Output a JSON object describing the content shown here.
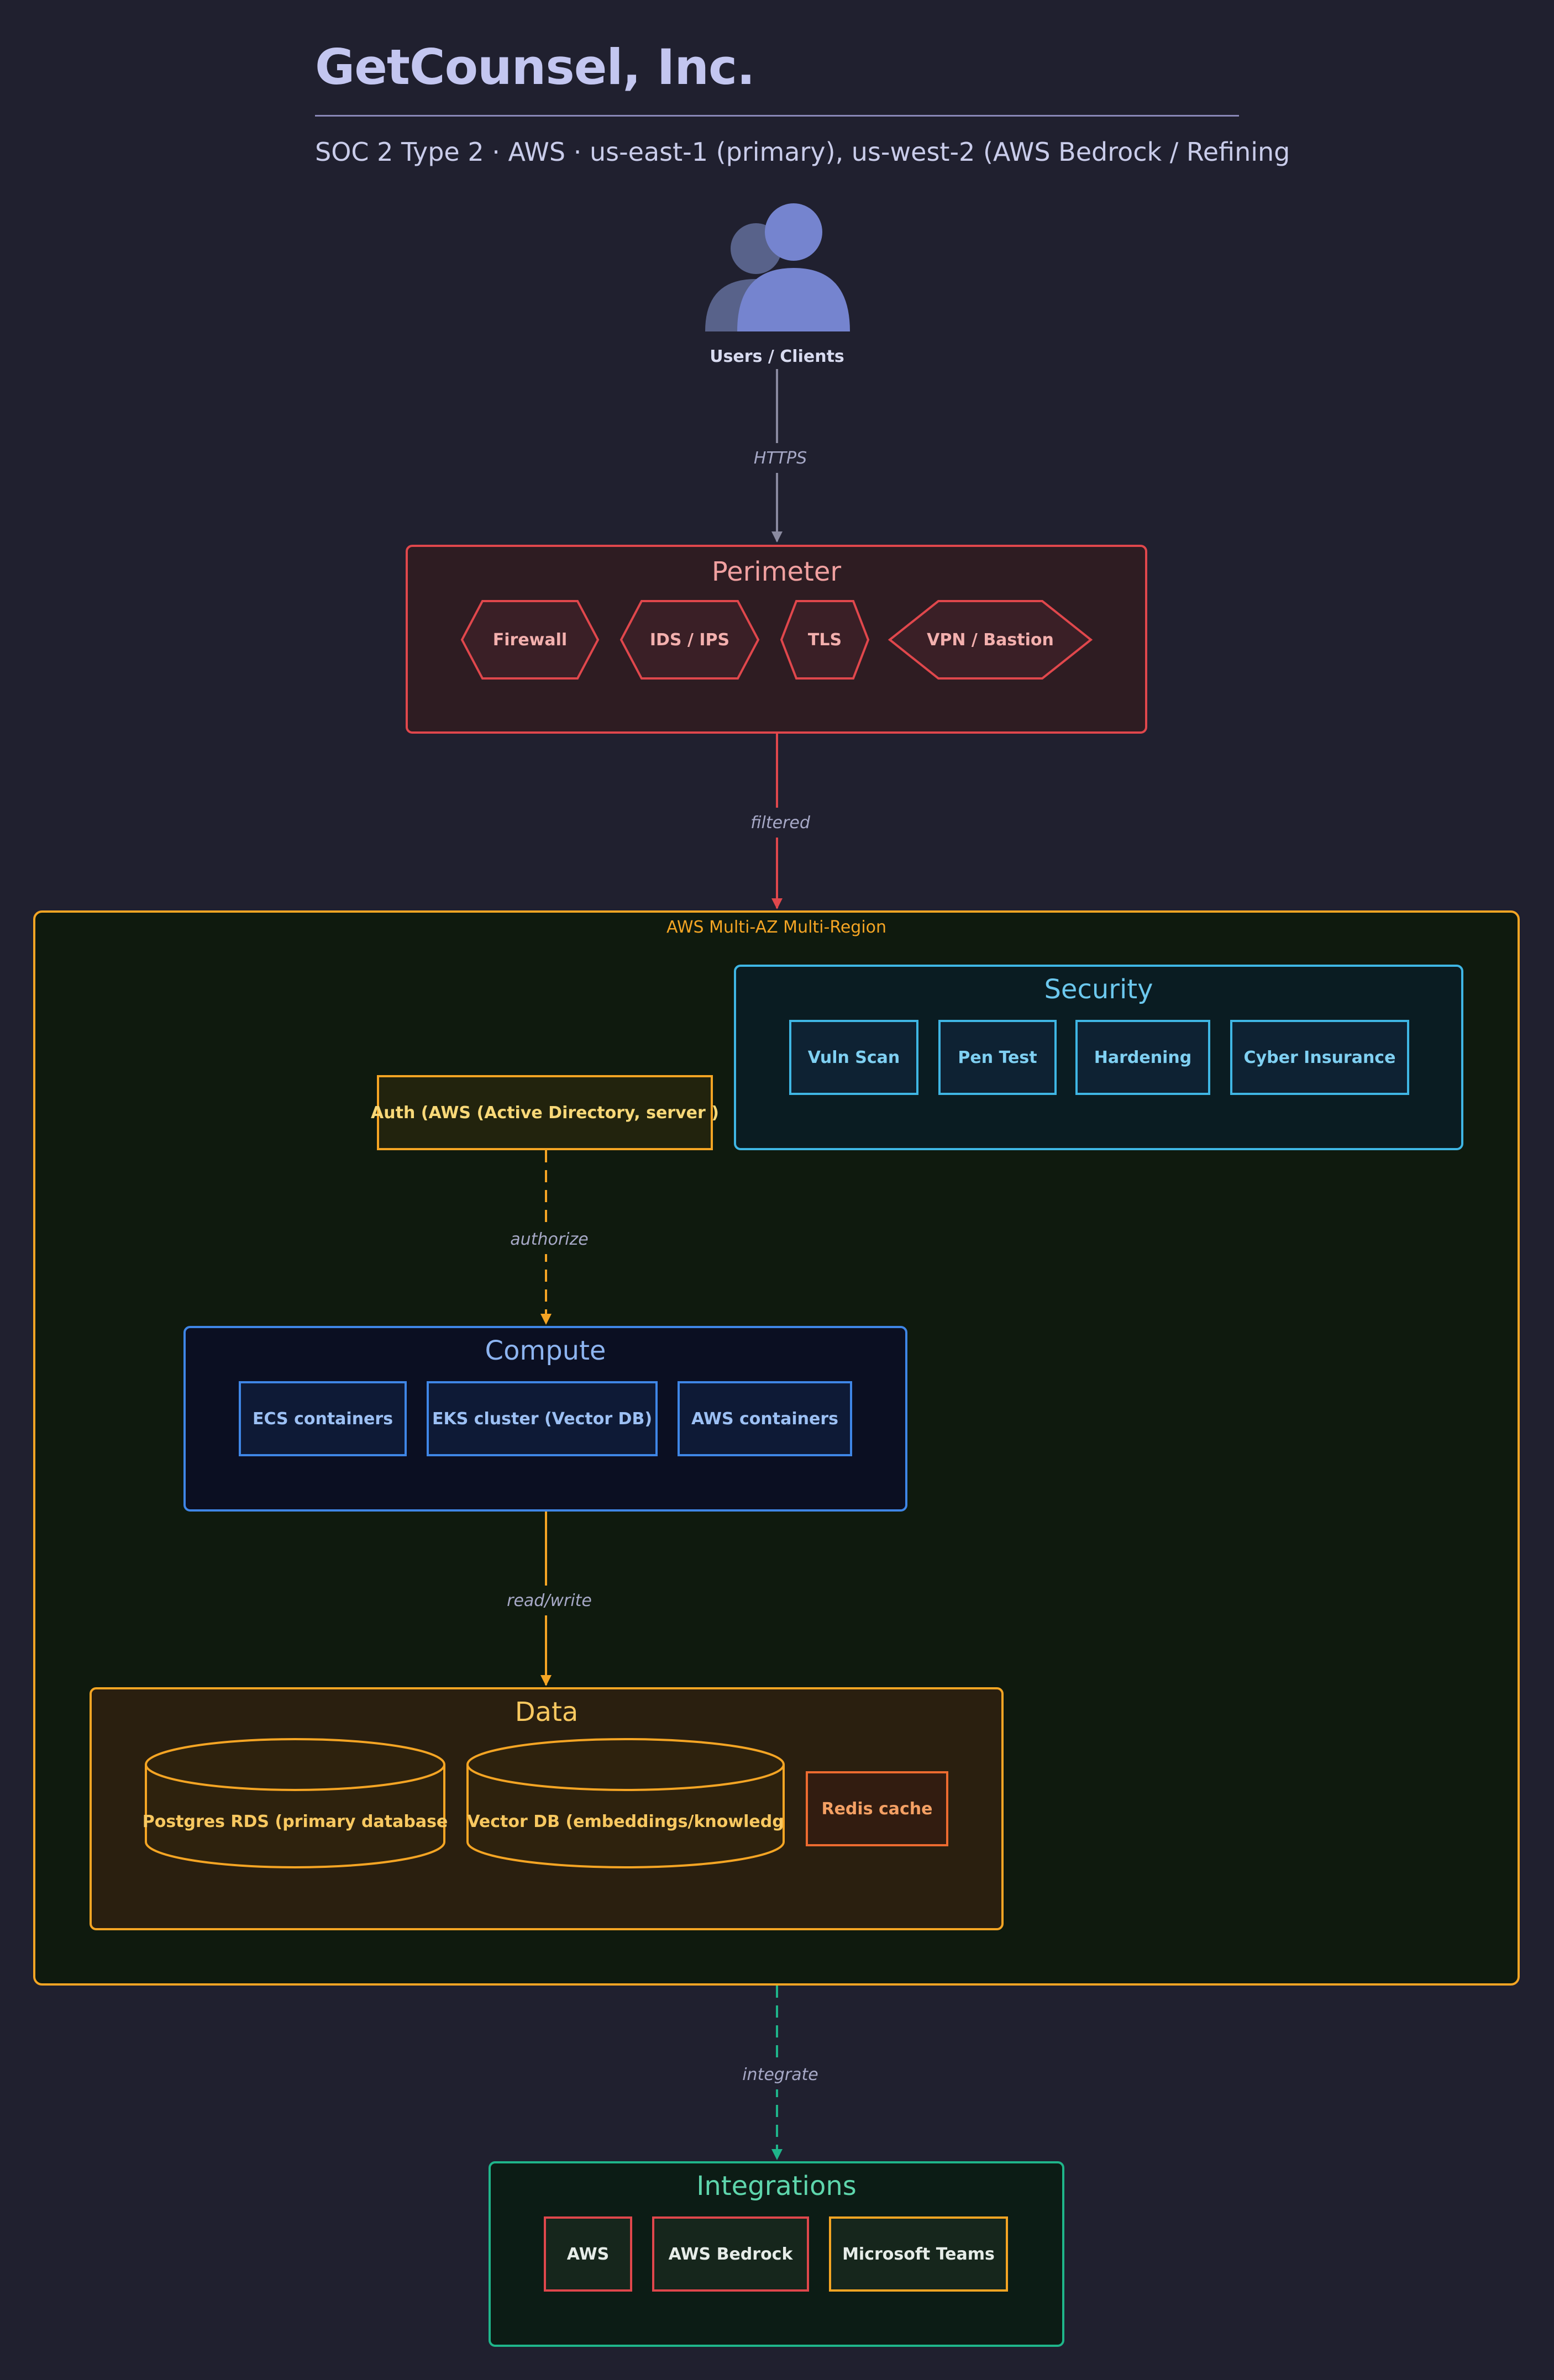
{
  "title": "GetCounsel, Inc.",
  "subtitle": "SOC 2 Type 2 · AWS · us-east-1 (primary), us-west-2 (AWS Bedrock / Refining",
  "users": {
    "label": "Users / Clients"
  },
  "edges": {
    "https": "HTTPS",
    "filtered": "filtered",
    "authorize": "authorize",
    "read_write": "read/write",
    "integrate": "integrate"
  },
  "perimeter": {
    "title": "Perimeter",
    "items": [
      "Firewall",
      "IDS / IPS",
      "TLS",
      "VPN / Bastion"
    ]
  },
  "aws": {
    "label": "AWS Multi-AZ Multi-Region"
  },
  "security": {
    "title": "Security",
    "items": [
      "Vuln Scan",
      "Pen Test",
      "Hardening",
      "Cyber Insurance"
    ]
  },
  "auth": {
    "label": "Auth (AWS (Active Directory, server )"
  },
  "compute": {
    "title": "Compute",
    "items": [
      "ECS containers",
      "EKS cluster (Vector DB)",
      "AWS containers"
    ]
  },
  "data": {
    "title": "Data",
    "items": [
      "Postgres RDS (primary database",
      "Vector DB (embeddings/knowledg",
      "Redis cache"
    ]
  },
  "integrations": {
    "title": "Integrations",
    "items": [
      "AWS",
      "AWS Bedrock",
      "Microsoft Teams"
    ]
  },
  "colors": {
    "background": "#20202f",
    "perimeter": "#e0474c",
    "aws": "#f5a524",
    "security": "#3fb6e4",
    "compute": "#3f86e6",
    "data": "#f5a524",
    "integrations": "#1fb58a",
    "edge_gray": "#8a8aa0"
  }
}
